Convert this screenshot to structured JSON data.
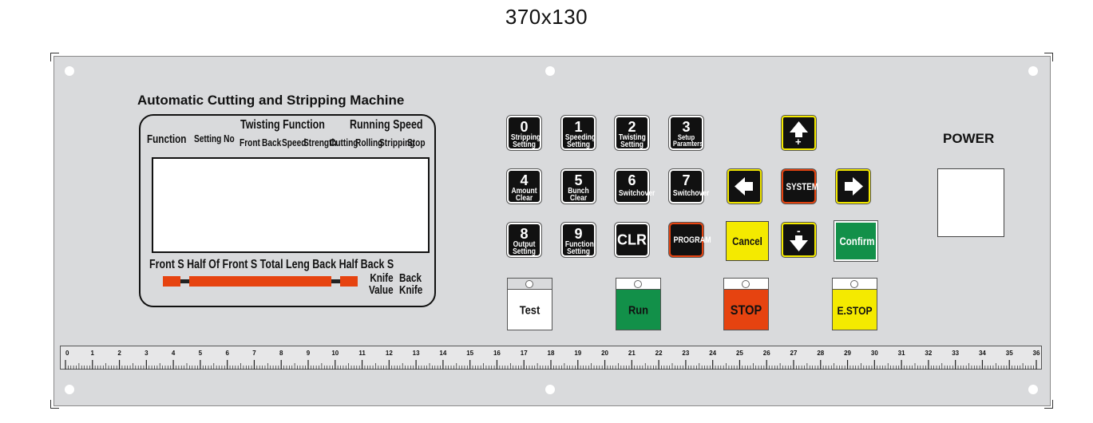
{
  "header": {
    "dimension": "370x130"
  },
  "panel": {
    "machine_title": "Automatic Cutting and  Stripping Machine",
    "display": {
      "function": "Function",
      "setting_no": "Setting No",
      "twisting_function": "Twisting Function",
      "running_speed": "Running Speed",
      "twist_cols": [
        "Front",
        "Back",
        "Speed",
        "Strength"
      ],
      "speed_cols": [
        "Cutting",
        "Rolling",
        "Stripping",
        "Stop"
      ],
      "bottom_row": "Front  S Half Of Front S Total Leng Back Half  Back  S",
      "knife_value": "Knife\nValue",
      "back_knife": "Back\nKnife"
    },
    "keypad": [
      {
        "num": "0",
        "sub": "Stripping\nSetting"
      },
      {
        "num": "1",
        "sub": "Speeding\nSetting"
      },
      {
        "num": "2",
        "sub": "Twisting\nSetting"
      },
      {
        "num": "3",
        "sub": "Setup\nParamters"
      },
      {
        "num": "4",
        "sub": "Amount\nClear"
      },
      {
        "num": "5",
        "sub": "Bunch\nClear"
      },
      {
        "num": "6",
        "sub": "Switchover"
      },
      {
        "num": "7",
        "sub": "Switchover"
      },
      {
        "num": "8",
        "sub": "Output\nSetting"
      },
      {
        "num": "9",
        "sub": "Function\nSetting"
      },
      {
        "label": "CLR"
      },
      {
        "label": "PROGRAM"
      }
    ],
    "nav": {
      "system": "SYSTEM",
      "cancel": "Cancel",
      "confirm": "Confirm",
      "up_mark": "+",
      "down_mark": "-"
    },
    "status_buttons": [
      "Test",
      "Run",
      "STOP",
      "E.STOP"
    ],
    "power_label": "POWER",
    "ruler": {
      "min": 0,
      "max": 36,
      "major_labels": [
        "0",
        "1",
        "2",
        "3",
        "4",
        "5",
        "6",
        "7",
        "8",
        "9",
        "10",
        "11",
        "12",
        "13",
        "14",
        "15",
        "16",
        "17",
        "18",
        "19",
        "20",
        "21",
        "22",
        "23",
        "24",
        "25",
        "26",
        "27",
        "28",
        "29",
        "30",
        "31",
        "32",
        "33",
        "34",
        "35",
        "36"
      ]
    },
    "colors": {
      "panel": "#d9dadc",
      "bar": "#e64310",
      "yellow": "#f4ea00",
      "green": "#129049",
      "red": "#e64310"
    }
  }
}
